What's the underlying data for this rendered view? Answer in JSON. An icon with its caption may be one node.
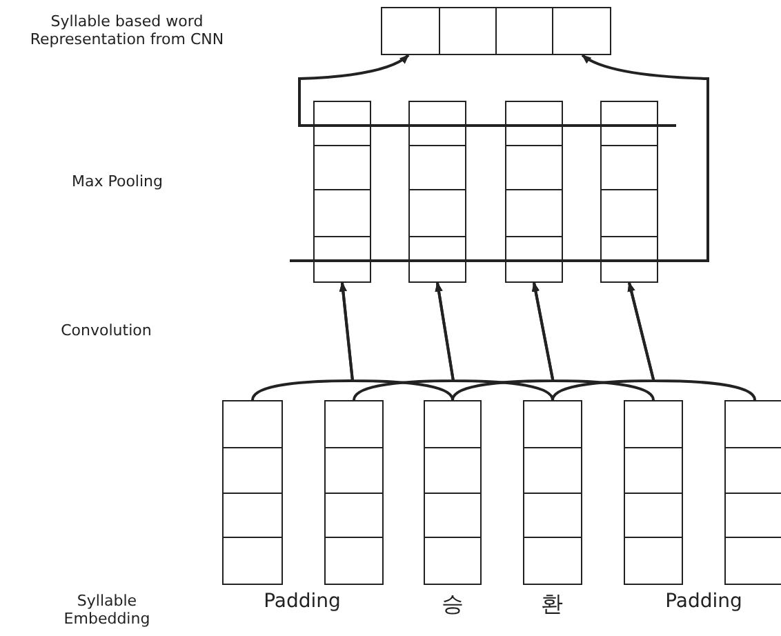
{
  "diagram": {
    "nodes": [
      {
        "text": [],
        "shape": "box"
      },
      {
        "text": [],
        "shape": "box"
      },
      {
        "text": [],
        "shape": "box"
      },
      {
        "text": [],
        "shape": "box"
      },
      {
        "text": [],
        "shape": "box"
      },
      {
        "text": [],
        "shape": "box"
      },
      {
        "text": [],
        "shape": "box"
      },
      {
        "text": [],
        "shape": "box",
        "beside": [
          "승"
        ]
      },
      {
        "text": [],
        "shape": "box",
        "beside": [
          "환"
        ]
      },
      {
        "text": [],
        "shape": "box"
      },
      {
        "text": [],
        "shape": "box"
      }
    ],
    "edges": [
      {
        "from": null,
        "to": 0,
        "arrow": "to"
      },
      {
        "from": null,
        "to": 0,
        "arrow": "to"
      },
      {
        "from": 5,
        "to": 1,
        "arrow": "to"
      },
      {
        "from": 7,
        "to": 1,
        "arrow": "to"
      },
      {
        "from": 6,
        "to": 2,
        "arrow": "to"
      },
      {
        "from": 8,
        "to": 2,
        "arrow": "to"
      },
      {
        "from": 7,
        "to": 3,
        "arrow": "to"
      },
      {
        "from": 9,
        "to": 3,
        "arrow": "to"
      },
      {
        "from": 8,
        "to": 4,
        "arrow": "to"
      },
      {
        "from": 10,
        "to": 4,
        "arrow": "to"
      }
    ],
    "labels": [
      "Syllable based word Representation from CNN",
      "Max Pooling",
      "Convolution",
      "Syllable Embedding",
      "Padding",
      "Padding"
    ]
  }
}
